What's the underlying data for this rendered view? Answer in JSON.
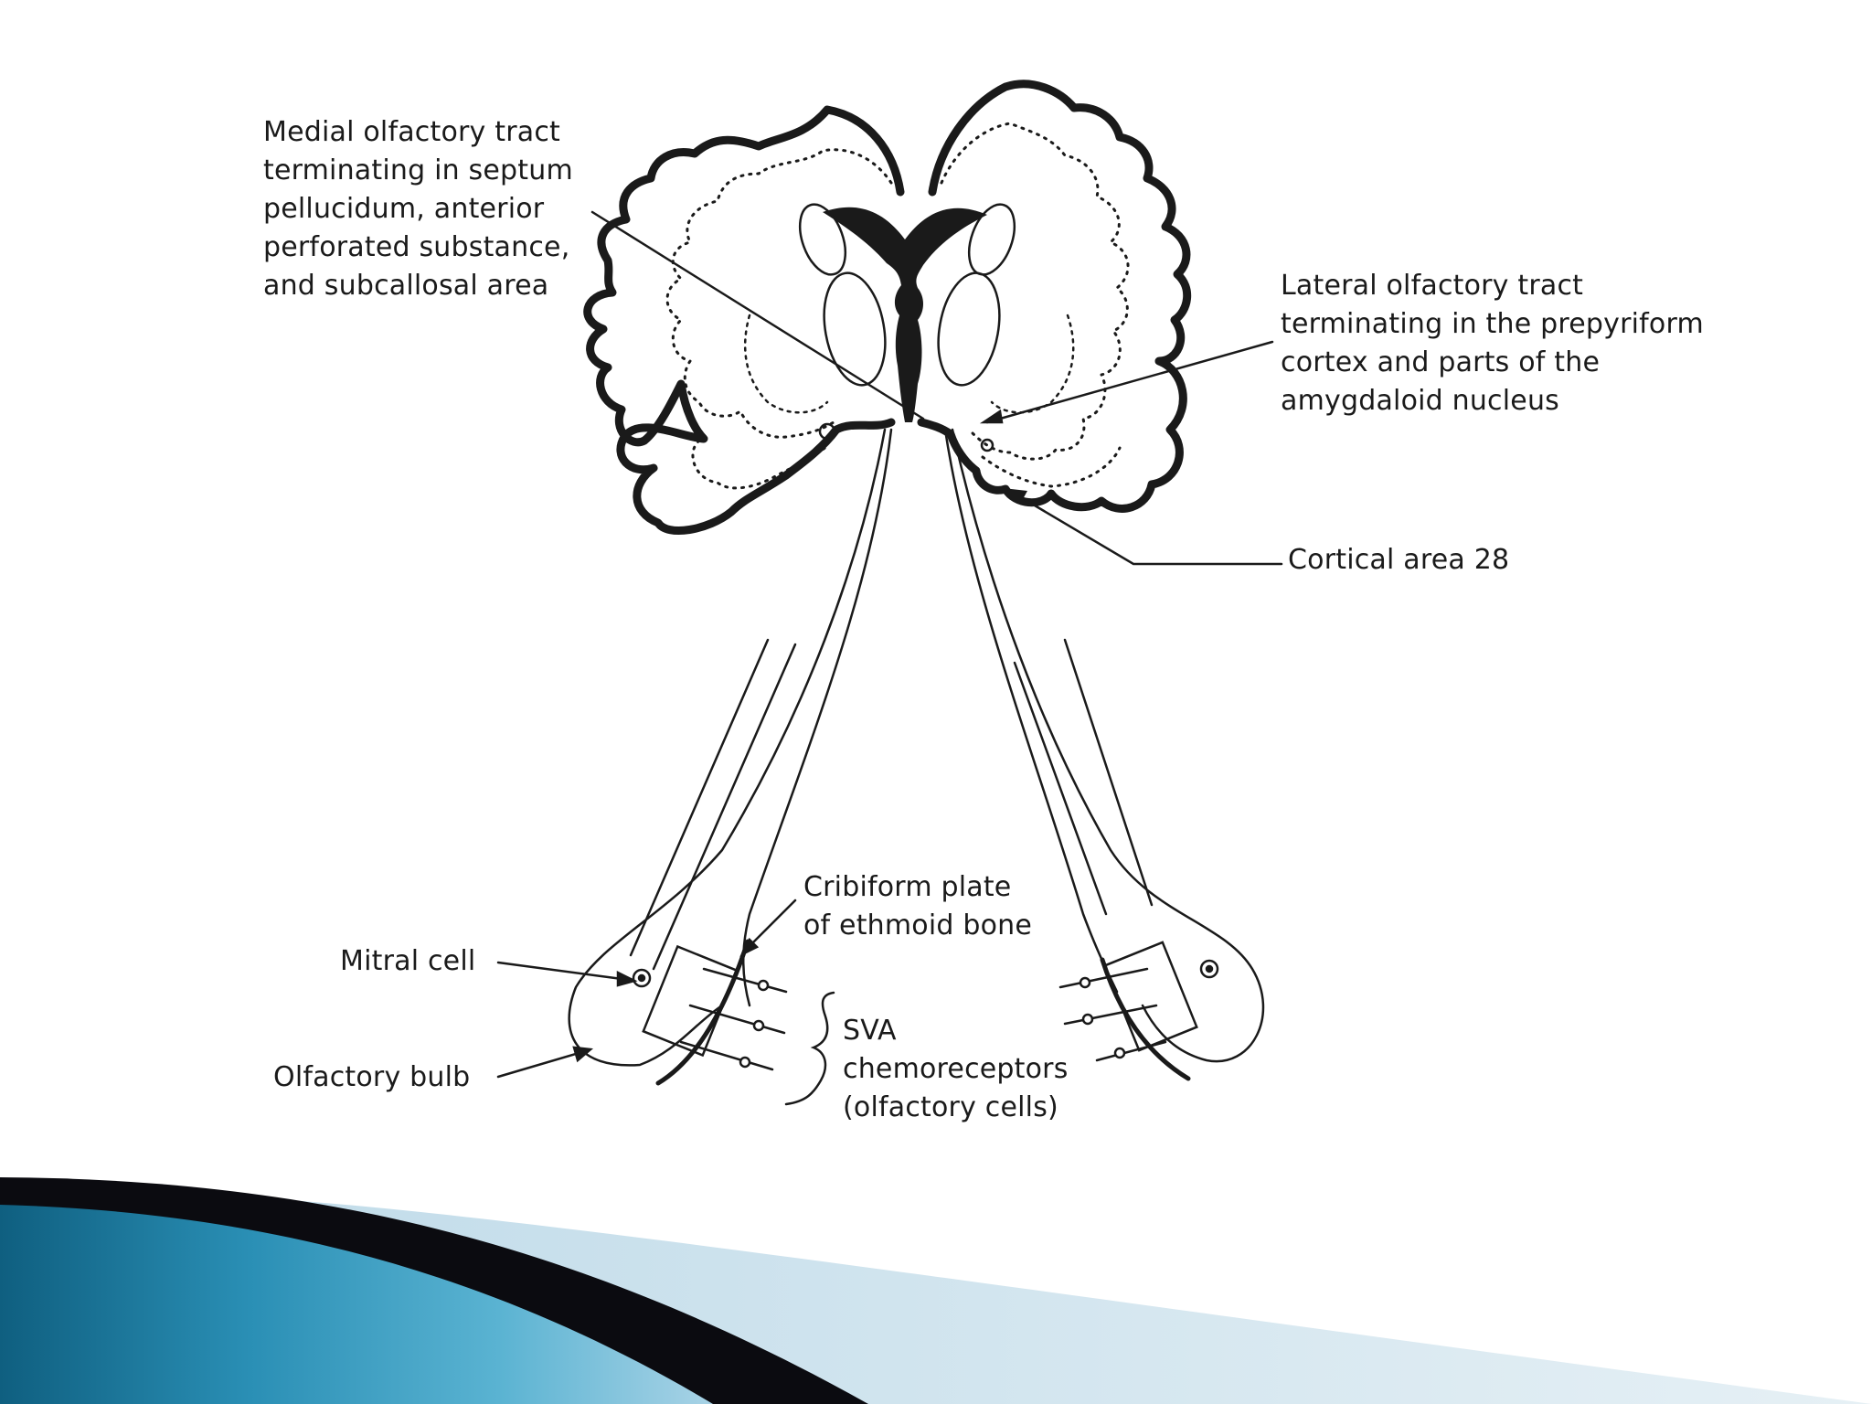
{
  "labels": {
    "medial_tract": [
      "Medial olfactory tract",
      "terminating in septum",
      "pellucidum, anterior",
      "perforated substance,",
      "and subcallosal area"
    ],
    "lateral_tract": [
      "Lateral olfactory tract",
      "terminating in the prepyriform",
      "cortex and parts of the",
      "amygdaloid nucleus"
    ],
    "cortical_area": [
      "Cortical area 28"
    ],
    "cribriform_plate": [
      "Cribiform plate",
      "of ethmoid bone"
    ],
    "mitral_cell": [
      "Mitral cell"
    ],
    "olfactory_bulb": [
      "Olfactory bulb"
    ],
    "sva": [
      "SVA",
      "chemoreceptors",
      "(olfactory cells)"
    ]
  },
  "colors": {
    "background": "#ffffff",
    "ink": "#1a1a1a",
    "pointer_accent": "#8a1c1c",
    "banner_dark": "#0b0b10",
    "banner_blue": "#1f7fa6",
    "banner_light": "#d8e8f0"
  }
}
